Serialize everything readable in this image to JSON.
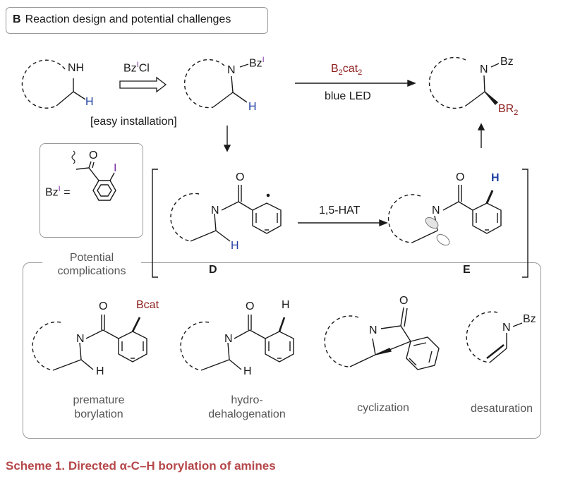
{
  "panel": {
    "letter": "B",
    "title": "Reaction design and potential challenges"
  },
  "top_row": {
    "amine_nh": "NH",
    "amine_h": "H",
    "reagent": "Bz",
    "reagent_sup": "I",
    "reagent_tail": "Cl",
    "install_note": "[easy installation]",
    "amide_n": "N",
    "amide_bz": "Bz",
    "amide_bz_sup": "I",
    "amide_h": "H",
    "cond_reagent": "B",
    "cond_reagent_sub1": "2",
    "cond_reagent_mid": "cat",
    "cond_reagent_sub2": "2",
    "cond_light": "blue LED",
    "product_n": "N",
    "product_bz": "Bz",
    "product_br": "BR",
    "product_br_sub": "2"
  },
  "bz_definition": {
    "lhs": "Bz",
    "lhs_sup": "I",
    "eq": "=",
    "o": "O",
    "i": "I"
  },
  "intermediates": {
    "d_label": "D",
    "d_n": "N",
    "d_o": "O",
    "d_h": "H",
    "hat": "1,5-HAT",
    "e_label": "E",
    "e_n": "N",
    "e_o": "O",
    "e_h": "H"
  },
  "complications": {
    "title_line1": "Potential",
    "title_line2": "complications",
    "items": [
      {
        "name_line1": "premature",
        "name_line2": "borylation",
        "n": "N",
        "o": "O",
        "h": "H",
        "tag": "Bcat"
      },
      {
        "name_line1": "hydro-",
        "name_line2": "dehalogenation",
        "n": "N",
        "o": "O",
        "h": "H",
        "tag": "H"
      },
      {
        "name_line1": "cyclization",
        "name_line2": "",
        "n": "N",
        "o": "O"
      },
      {
        "name_line1": "desaturation",
        "name_line2": "",
        "n": "N",
        "bz": "Bz"
      }
    ]
  },
  "caption": "Scheme 1.  Directed α-C–H borylation of amines",
  "colors": {
    "blue_h": "#1f3fa0",
    "boron_red": "#8b1a1a",
    "iodine_purple": "#7b2fa6",
    "caption": "#b5474a",
    "box_border": "#9a9a9a"
  }
}
